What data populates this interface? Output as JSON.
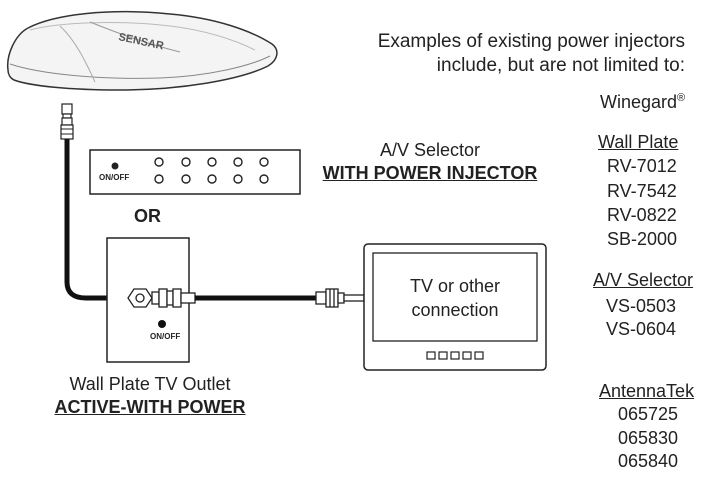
{
  "intro": {
    "line1": "Examples of existing power injectors",
    "line2": "include, but are not limited to:"
  },
  "antenna": {
    "brand_mark": "SENSAR"
  },
  "selector": {
    "title": "A/V Selector",
    "subtitle": "WITH POWER INJECTOR",
    "switch_label": "ON/OFF"
  },
  "or_label": "OR",
  "wall_plate": {
    "switch_label": "ON/OFF",
    "caption": "Wall Plate TV Outlet",
    "subcaption": "ACTIVE-WITH POWER"
  },
  "tv": {
    "line1": "TV or other",
    "line2": "connection"
  },
  "brands": {
    "winegard": {
      "name": "Winegard",
      "mark": "®",
      "wall_plate_heading": "Wall Plate",
      "wall_plate_models": [
        "RV-7012",
        "RV-7542",
        "RV-0822",
        "SB-2000"
      ],
      "selector_heading": "A/V Selector",
      "selector_models": [
        "VS-0503",
        "VS-0604"
      ]
    },
    "antennatek": {
      "name": "AntennaTek",
      "models": [
        "065725",
        "065830",
        "065840"
      ]
    }
  },
  "colors": {
    "ink": "#222222",
    "cable": "#111111",
    "panel": "#ffffff"
  }
}
